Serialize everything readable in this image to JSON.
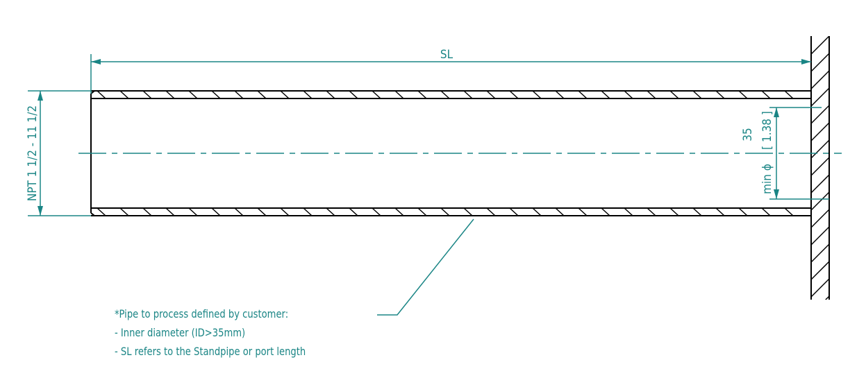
{
  "dimensions": {
    "standpipe_length": "SL",
    "thread": "NPT 1 1/2 - 11 1/2",
    "min_diameter_mm": "35",
    "min_diameter_in": "[ 1.38 ]",
    "min_diameter_prefix": "min ϕ"
  },
  "notes": [
    "*Pipe to process defined by customer:",
    "- Inner diameter (ID>35mm)",
    "- SL refers to the Standpipe or port length"
  ],
  "colors": {
    "dimension": "#1a8585",
    "outline": "#000000"
  }
}
